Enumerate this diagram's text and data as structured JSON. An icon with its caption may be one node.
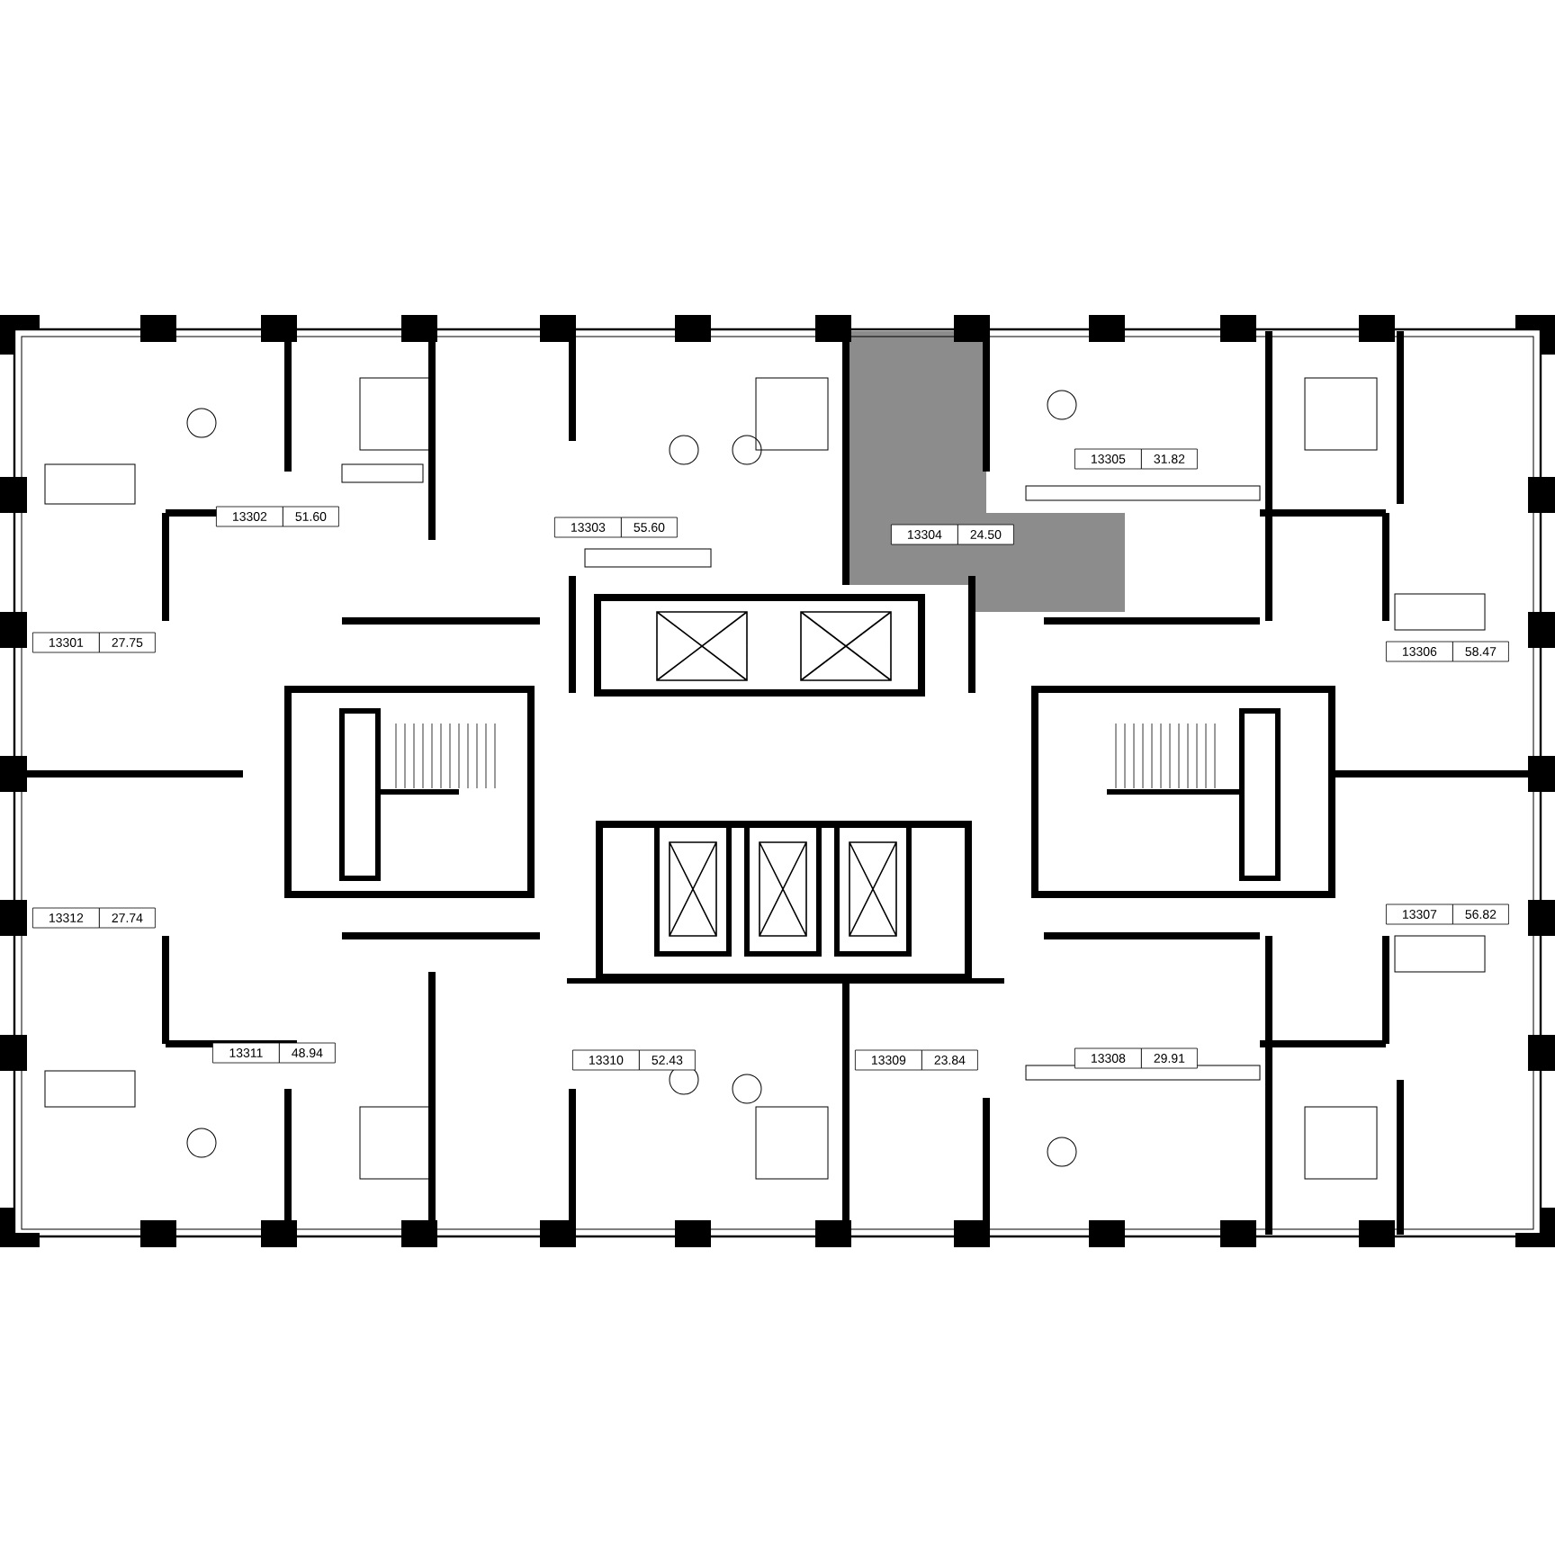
{
  "diagram": {
    "labels": [
      "13302",
      "51.60",
      "13303",
      "55.60",
      "13304",
      "24.50",
      "13305",
      "31.82",
      "13301",
      "27.75",
      "13306",
      "58.47",
      "13312",
      "27.74",
      "13307",
      "56.82",
      "13311",
      "48.94",
      "13310",
      "52.43",
      "13309",
      "23.84",
      "13308",
      "29.91"
    ]
  }
}
